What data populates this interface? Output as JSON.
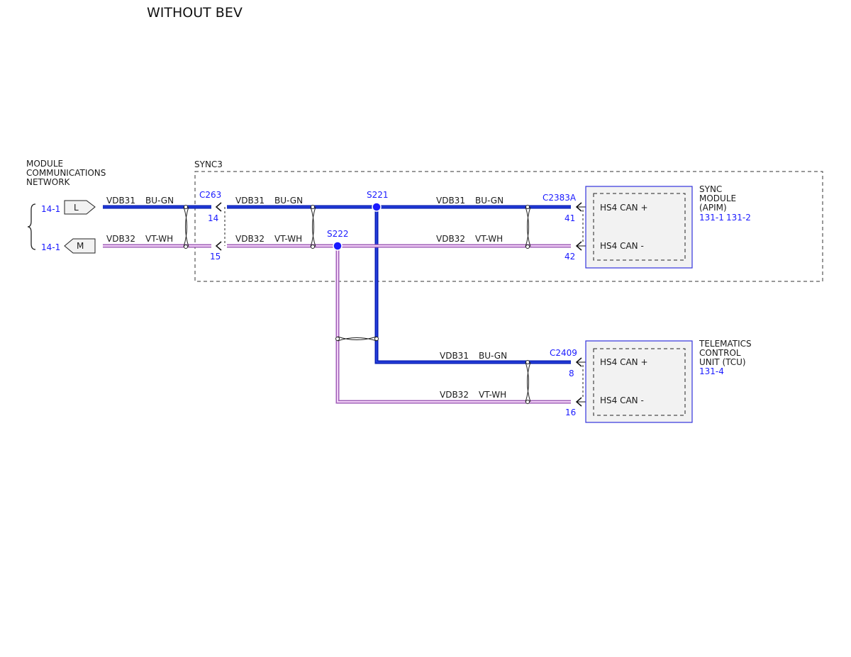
{
  "title": "WITHOUT BEV",
  "network": {
    "lines": [
      "MODULE",
      "COMMUNICATIONS",
      "NETWORK"
    ],
    "ref_l": "14-1",
    "ref_m": "14-1",
    "conn_l": "L",
    "conn_m": "M"
  },
  "sync3_label": "SYNC3",
  "wires": {
    "plus_code": "VDB31",
    "plus_color": "BU-GN",
    "minus_code": "VDB32",
    "minus_color": "VT-WH"
  },
  "connectors": {
    "c263": "C263",
    "c263_pin_plus": "14",
    "c263_pin_minus": "15",
    "c2383a": "C2383A",
    "c2383a_pin_plus": "41",
    "c2383a_pin_minus": "42",
    "c2409": "C2409",
    "c2409_pin_plus": "8",
    "c2409_pin_minus": "16"
  },
  "splices": {
    "s221": "S221",
    "s222": "S222"
  },
  "sync_module": {
    "lines": [
      "SYNC",
      "MODULE",
      "(APIM)"
    ],
    "refs": [
      "131-1",
      "131-2"
    ],
    "pin_plus": "HS4 CAN +",
    "pin_minus": "HS4 CAN -"
  },
  "tcu": {
    "lines": [
      "TELEMATICS",
      "CONTROL",
      "UNIT (TCU)"
    ],
    "ref": "131-4",
    "pin_plus": "HS4 CAN +",
    "pin_minus": "HS4 CAN -"
  },
  "colors": {
    "bu_gn": "#0a1fb5",
    "vt_wh": "#cc88d8",
    "ref_blue": "#1a1aff",
    "module_border": "#3333dd",
    "module_fill": "#f2f2f2"
  }
}
